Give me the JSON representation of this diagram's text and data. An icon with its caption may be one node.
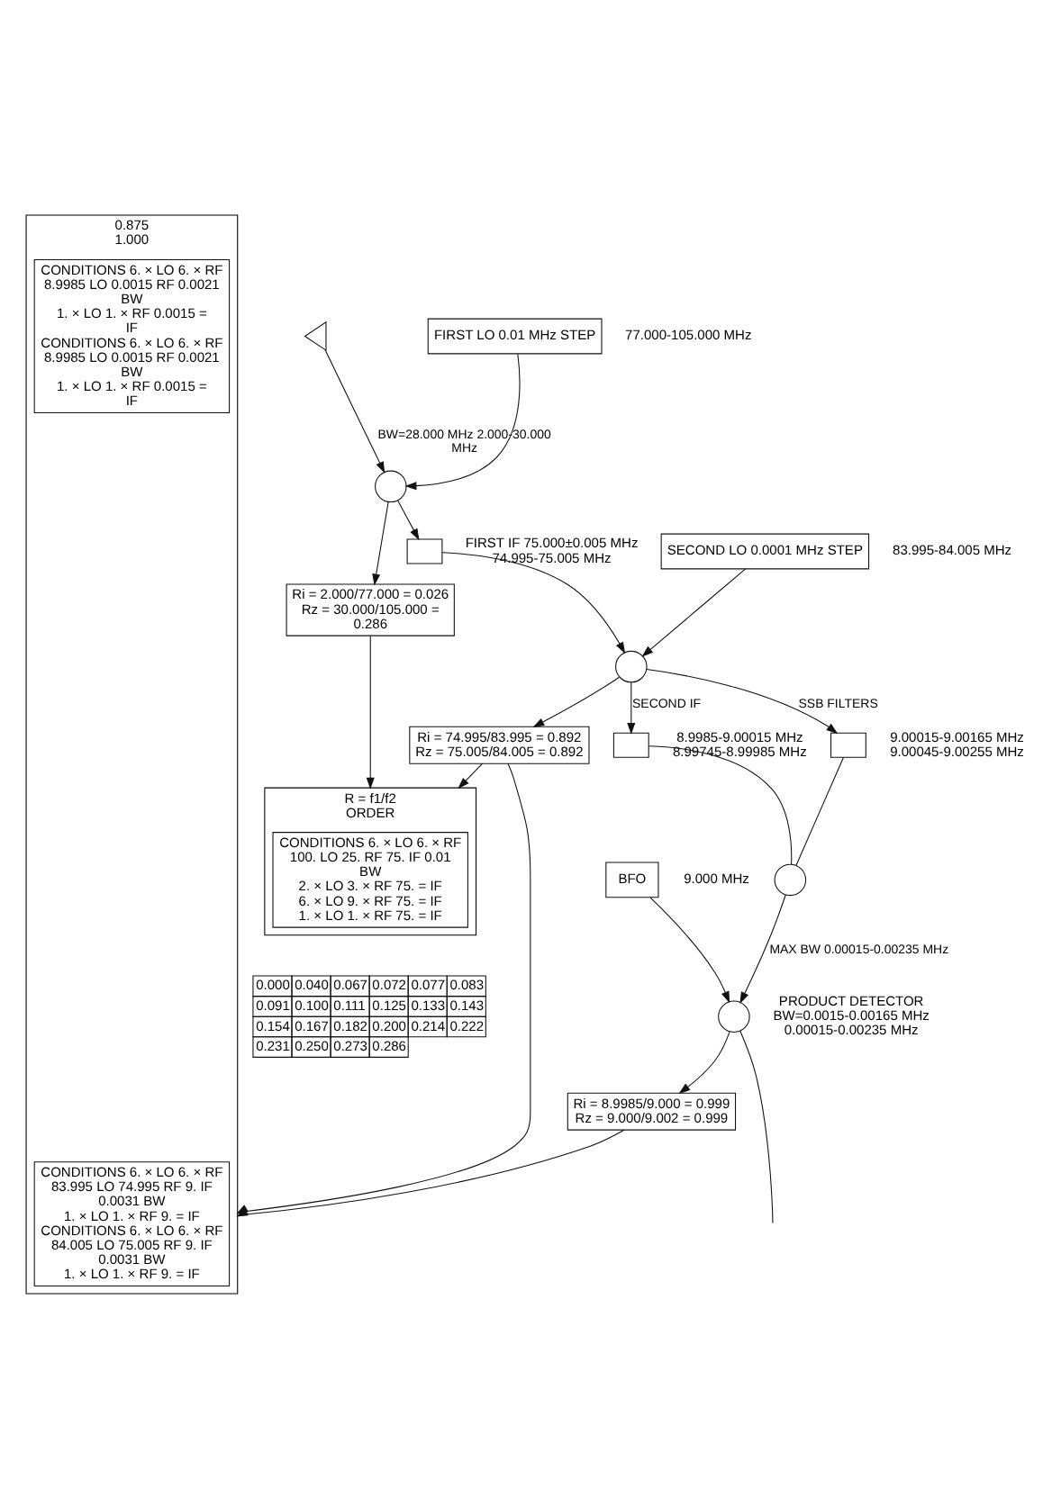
{
  "diagram": {
    "nodes": [
      {
        "text": [],
        "shape": "triangle"
      },
      {
        "text": [
          "FIRST LO 0.01 MHz STEP"
        ],
        "beside": [
          "77.000-105.000 MHz"
        ]
      },
      {
        "text": [],
        "shape": "circle"
      },
      {
        "text": [],
        "shape": "box",
        "beside": [
          "FIRST IF 75.000±0.005 MHz",
          "74.995-75.005 MHz"
        ]
      },
      {
        "text": [
          "SECOND LO 0.0001 MHz STEP"
        ],
        "beside": [
          "83.995-84.005 MHz"
        ]
      },
      {
        "text": [],
        "shape": "circle"
      },
      {
        "text": [],
        "shape": "box",
        "beside": [
          "8.9985-9.00015 MHz",
          "8.99745-8.99985 MHz"
        ]
      },
      {
        "text": [],
        "shape": "box",
        "beside": [
          "9.00015-9.00165 MHz",
          "9.00045-9.00255 MHz"
        ]
      },
      {
        "text": [],
        "shape": "circle"
      },
      {
        "text": [
          "BFO"
        ],
        "beside": [
          "9.000 MHz"
        ]
      },
      {
        "text": [],
        "shape": "circle",
        "beside": [
          "PRODUCT DETECTOR BW=0.0015-0.00165 MHz",
          "0.00015-0.00235 MHz"
        ]
      },
      {
        "text": [
          "Ri = 2.000/77.000 = 0.026",
          "Rz = 30.000/105.000 = 0.286"
        ]
      },
      {
        "text": [
          "Ri = 74.995/83.995 = 0.892",
          "Rz = 75.005/84.005 = 0.892"
        ]
      },
      {
        "text": [
          "Ri = 8.9985/9.000 = 0.999",
          "Rz = 9.000/9.002 = 0.999"
        ]
      },
      {
        "text": [
          "R = f1/f2",
          "ORDER"
        ]
      },
      {
        "text": [
          "CONDITIONS 6. × LO 6. × RF 100. LO 25. RF 75. IF 0.01 BW",
          "2. × LO 3. × RF 75. = IF",
          "6. × LO 9. × RF 75. = IF",
          "1. × LO 1. × RF 75. = IF"
        ],
        "in": 14
      },
      {
        "text": [
          "0.875",
          "1.000"
        ]
      },
      {
        "text": [
          "CONDITIONS 6. × LO 6. × RF 83.995 LO 74.995 RF 9. IF 0.0031 BW",
          "1. × LO 1. × RF 9. = IF",
          "CONDITIONS 6. × LO 6. × RF 84.005 LO 75.005 RF 9. IF 0.0031 BW",
          "1. × LO 1. × RF 9. = IF"
        ],
        "in": 16
      },
      {
        "text": [
          "CONDITIONS 6. × LO 6. × RF 8.9985 LO 0.0015 RF 0.0021 BW",
          "1. × LO 1. × RF 0.0015 = IF",
          "CONDITIONS 6. × LO 6. × RF 8.9985 LO 0.0015 RF 0.0021 BW",
          "1. × LO 1. × RF 0.0015 = IF"
        ],
        "in": 16
      }
    ],
    "edges": [
      {
        "from": 0,
        "to": 2,
        "arrow": "to",
        "label": "BW=28.000 MHz 2.000-30.000 MHz"
      },
      {
        "from": 1,
        "to": 2,
        "arrow": "to"
      },
      {
        "from": 2,
        "to": 3,
        "arrow": "to"
      },
      {
        "from": 3,
        "to": 5,
        "arrow": "to"
      },
      {
        "from": 4,
        "to": 5,
        "arrow": "to"
      },
      {
        "from": 5,
        "to": 6,
        "arrow": "to",
        "label": "SECOND IF"
      },
      {
        "from": 5,
        "to": 7,
        "arrow": "to",
        "label": "SSB FILTERS"
      },
      {
        "from": 6,
        "to": 8,
        "arrow": "none"
      },
      {
        "from": 7,
        "to": 8,
        "arrow": "none"
      },
      {
        "from": 8,
        "to": 10,
        "arrow": "to",
        "label": "MAX BW 0.00015-0.00235 MHz"
      },
      {
        "from": 9,
        "to": 10,
        "arrow": "to"
      },
      {
        "from": 10,
        "to": null,
        "arrow": "none"
      },
      {
        "from": 2,
        "to": 11,
        "arrow": "to"
      },
      {
        "from": 5,
        "to": 12,
        "arrow": "to"
      },
      {
        "from": 10,
        "to": 13,
        "arrow": "to"
      },
      {
        "from": 11,
        "to": 14,
        "arrow": "to"
      },
      {
        "from": 12,
        "to": 14,
        "arrow": "to"
      },
      {
        "from": 12,
        "to": 16,
        "arrow": "to"
      },
      {
        "from": 13,
        "to": 16,
        "arrow": "to"
      }
    ],
    "labels": [
      "0.000",
      "0.040",
      "0.067",
      "0.072",
      "0.077",
      "0.083",
      "0.091",
      "0.100",
      "0.111",
      "0.125",
      "0.133",
      "0.143",
      "0.154",
      "0.167",
      "0.182",
      "0.200",
      "0.214",
      "0.222",
      "0.231",
      "0.250",
      "0.273",
      "0.286"
    ]
  }
}
